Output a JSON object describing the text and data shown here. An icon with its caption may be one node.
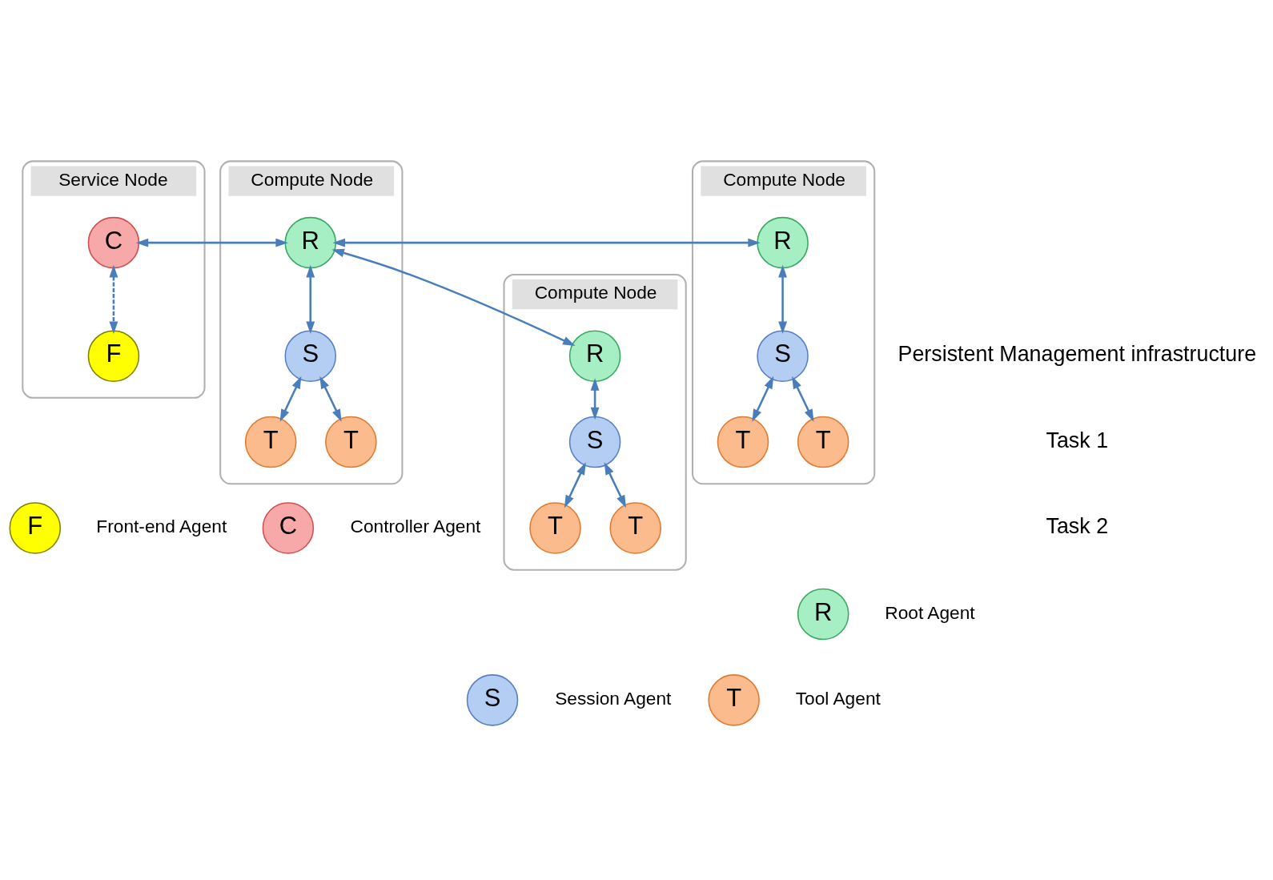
{
  "diagram": {
    "nodes": [
      {
        "text": [
          "Service Node"
        ]
      },
      {
        "text": [
          "C"
        ],
        "in": 0
      },
      {
        "text": [
          "F"
        ],
        "in": 0
      },
      {
        "text": [
          "Compute Node"
        ]
      },
      {
        "text": [
          "R"
        ],
        "in": 3
      },
      {
        "text": [
          "S"
        ],
        "in": 3
      },
      {
        "text": [
          "T"
        ],
        "in": 3
      },
      {
        "text": [
          "T"
        ],
        "in": 3
      },
      {
        "text": [
          "Compute Node"
        ]
      },
      {
        "text": [
          "R"
        ],
        "in": 8
      },
      {
        "text": [
          "S"
        ],
        "in": 8
      },
      {
        "text": [
          "T"
        ],
        "in": 8
      },
      {
        "text": [
          "T"
        ],
        "in": 8
      },
      {
        "text": [
          "Compute Node"
        ]
      },
      {
        "text": [
          "R"
        ],
        "in": 13
      },
      {
        "text": [
          "S"
        ],
        "in": 13
      },
      {
        "text": [
          "T"
        ],
        "in": 13
      },
      {
        "text": [
          "T"
        ],
        "in": 13
      },
      {
        "text": [
          "F"
        ],
        "beside": [
          "Front-end Agent"
        ]
      },
      {
        "text": [
          "C"
        ],
        "beside": [
          "Controller Agent"
        ]
      },
      {
        "text": [
          "R"
        ],
        "beside": [
          "Root Agent"
        ]
      },
      {
        "text": [
          "S"
        ],
        "beside": [
          "Session Agent"
        ]
      },
      {
        "text": [
          "T"
        ],
        "beside": [
          "Tool Agent"
        ]
      }
    ],
    "edges": [
      {
        "from": 1,
        "to": 4,
        "arrow": "both"
      },
      {
        "from": 1,
        "to": 2,
        "arrow": "both",
        "style": "dashed"
      },
      {
        "from": 4,
        "to": 9,
        "arrow": "both"
      },
      {
        "from": 4,
        "to": 14,
        "arrow": "both"
      },
      {
        "from": 4,
        "to": 5,
        "arrow": "both"
      },
      {
        "from": 5,
        "to": 6,
        "arrow": "both"
      },
      {
        "from": 5,
        "to": 7,
        "arrow": "both"
      },
      {
        "from": 9,
        "to": 10,
        "arrow": "both"
      },
      {
        "from": 10,
        "to": 11,
        "arrow": "both"
      },
      {
        "from": 10,
        "to": 12,
        "arrow": "both"
      },
      {
        "from": 14,
        "to": 15,
        "arrow": "both"
      },
      {
        "from": 15,
        "to": 16,
        "arrow": "both"
      },
      {
        "from": 15,
        "to": 17,
        "arrow": "both"
      }
    ],
    "labels": [
      "Persistent Management infrastructure",
      "Task 1",
      "Task 2"
    ]
  }
}
